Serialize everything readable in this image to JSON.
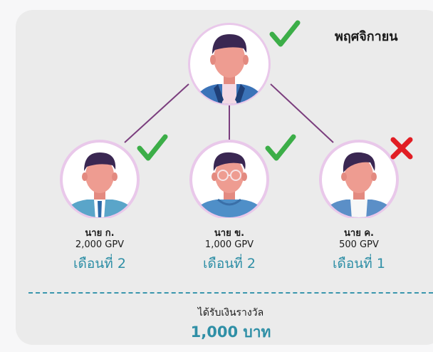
{
  "title": "พฤศจิกายน",
  "members": [
    {
      "name": "นาย ก.",
      "gpv": "2,000 GPV",
      "month": "เดือนที่ 2",
      "qualified": true
    },
    {
      "name": "นาย ข.",
      "gpv": "1,000 GPV",
      "month": "เดือนที่ 2",
      "qualified": true
    },
    {
      "name": "นาย ค.",
      "gpv": "500 GPV",
      "month": "เดือนที่ 1",
      "qualified": false
    }
  ],
  "sponsor": {
    "qualified": true
  },
  "reward": {
    "caption": "ได้รับเงินรางวัล",
    "amount": "1,000 บาท"
  },
  "colors": {
    "accent": "#2f8fa6",
    "check": "#3cae48",
    "cross": "#e11d24",
    "ring": "#e9c8ea",
    "line": "#7b3e7e"
  },
  "icons": [
    "check-icon",
    "cross-icon",
    "person-avatar"
  ]
}
